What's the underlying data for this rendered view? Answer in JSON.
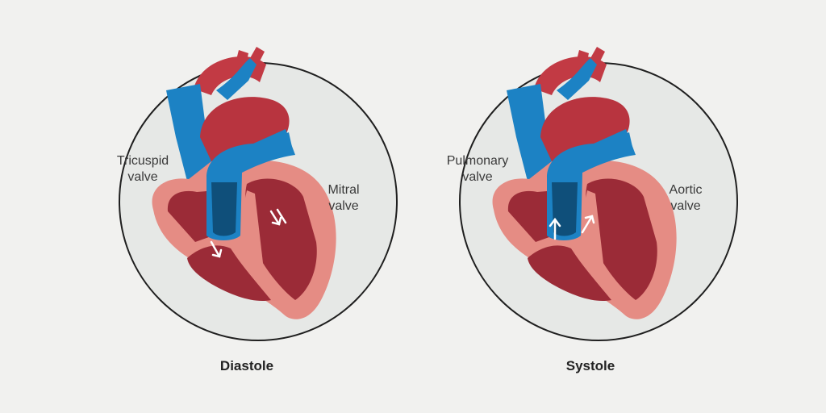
{
  "panels": [
    {
      "caption": "Diastole",
      "label_a": {
        "line1": "Tricuspid",
        "line2": "valve"
      },
      "label_b": {
        "line1": "Mitral",
        "line2": "valve"
      }
    },
    {
      "caption": "Systole",
      "label_a": {
        "line1": "Pulmonary",
        "line2": "valve"
      },
      "label_b": {
        "line1": "Aortic",
        "line2": "valve"
      }
    }
  ],
  "colors": {
    "background": "#f1f1ef",
    "circle": "#e6e8e6",
    "blue": "#1c82c4",
    "dark_blue": "#0f4f7a",
    "red": "#c23a44",
    "dark_red": "#8e2432",
    "pink_wall": "#e58c84",
    "white": "#ffffff"
  }
}
